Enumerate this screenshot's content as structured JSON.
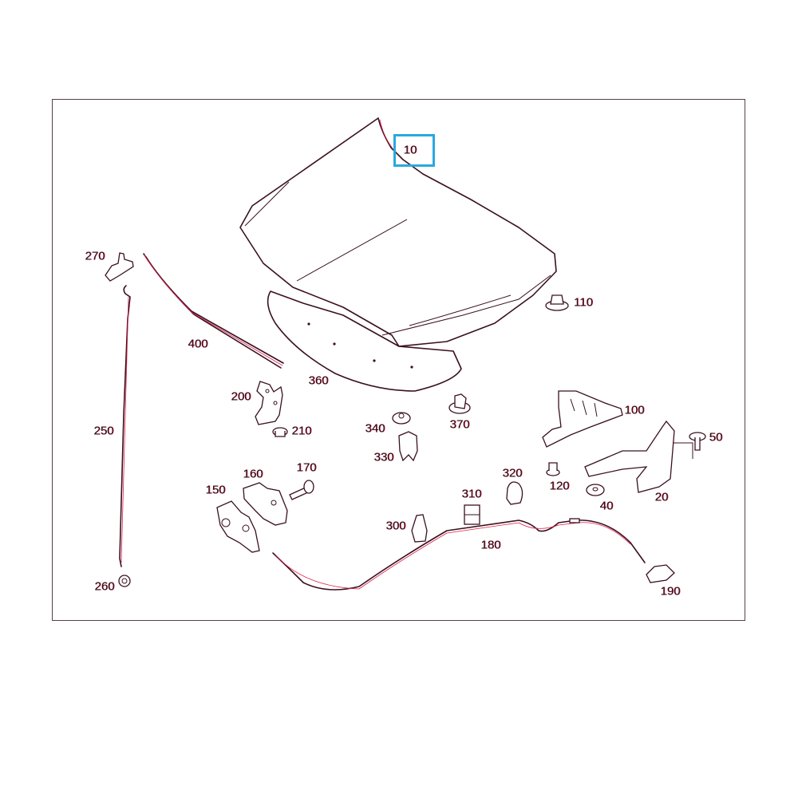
{
  "diagram": {
    "type": "exploded-parts-diagram",
    "highlight_color": "#29a8e0",
    "line_color": "#3a1020",
    "accent_color": "#e0204a",
    "highlighted_part": "10",
    "parts": [
      {
        "id": "p10",
        "label": "10"
      },
      {
        "id": "p110",
        "label": "110"
      },
      {
        "id": "p270",
        "label": "270"
      },
      {
        "id": "p400",
        "label": "400"
      },
      {
        "id": "p360",
        "label": "360"
      },
      {
        "id": "p200",
        "label": "200"
      },
      {
        "id": "p210",
        "label": "210"
      },
      {
        "id": "p100",
        "label": "100"
      },
      {
        "id": "p340",
        "label": "340"
      },
      {
        "id": "p370",
        "label": "370"
      },
      {
        "id": "p330",
        "label": "330"
      },
      {
        "id": "p50",
        "label": "50"
      },
      {
        "id": "p250",
        "label": "250"
      },
      {
        "id": "p170",
        "label": "170"
      },
      {
        "id": "p160",
        "label": "160"
      },
      {
        "id": "p320",
        "label": "320"
      },
      {
        "id": "p120",
        "label": "120"
      },
      {
        "id": "p150",
        "label": "150"
      },
      {
        "id": "p310",
        "label": "310"
      },
      {
        "id": "p40",
        "label": "40"
      },
      {
        "id": "p20",
        "label": "20"
      },
      {
        "id": "p300",
        "label": "300"
      },
      {
        "id": "p180",
        "label": "180"
      },
      {
        "id": "p260",
        "label": "260"
      },
      {
        "id": "p190",
        "label": "190"
      }
    ]
  }
}
